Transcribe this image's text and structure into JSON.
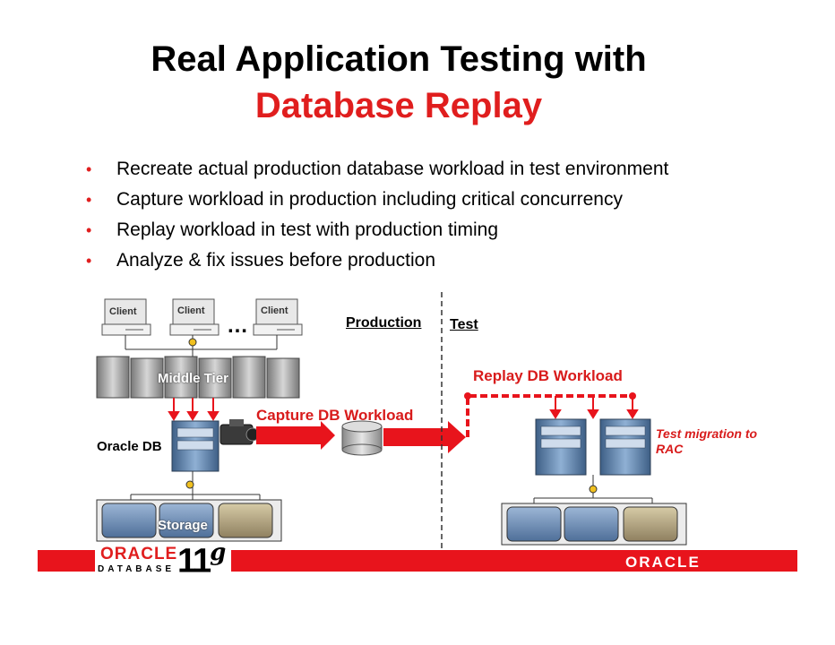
{
  "title": {
    "line1": "Real Application Testing with",
    "line2": "Database Replay"
  },
  "bullets": [
    "Recreate actual production database workload in test environment",
    "Capture workload in production including critical concurrency",
    "Replay workload in test with production timing",
    "Analyze & fix issues before production"
  ],
  "diagram": {
    "clients": [
      "Client",
      "Client",
      "Client"
    ],
    "ellipsis": "…",
    "production_label": "Production",
    "test_label": "Test",
    "middle_tier_label": "Middle Tier",
    "oracle_db_label": "Oracle DB",
    "storage_label": "Storage",
    "capture_label": "Capture DB Workload",
    "replay_label": "Replay DB Workload",
    "migration_label": "Test migration to RAC"
  },
  "footer": {
    "oracle_logo": "ORACLE",
    "database_text": "DATABASE",
    "version": "11",
    "version_suffix": "g",
    "oracle_right": "ORACLE"
  },
  "colors": {
    "accent_red": "#e01e1e",
    "arrow_red": "#e8141c",
    "server_blue": "#5d7fa6",
    "disk_blue": "#6f8fb8",
    "disk_tan": "#b1a27a"
  }
}
